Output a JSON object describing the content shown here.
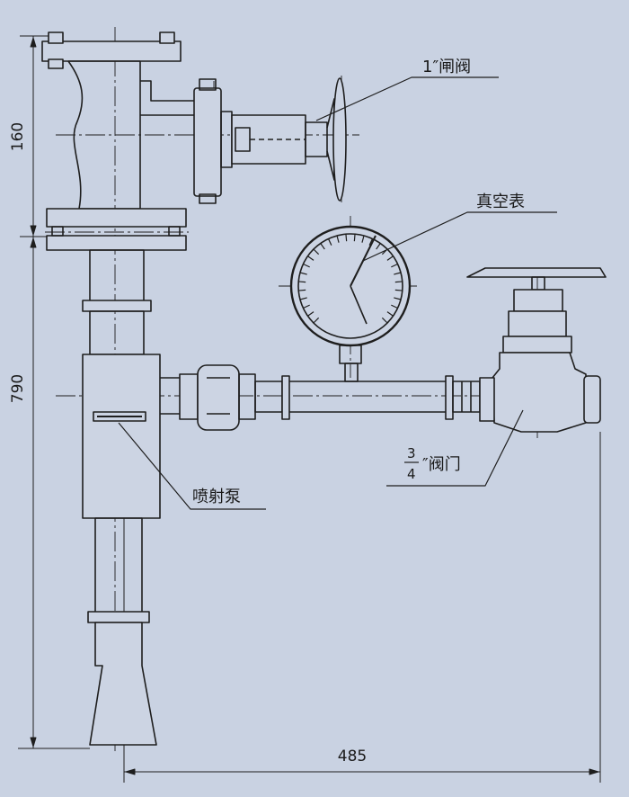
{
  "labels": {
    "gate_valve": "1″闸阀",
    "vacuum_gauge": "真空表",
    "valve_frac_num": "3",
    "valve_frac_den": "4",
    "valve_suffix": "″阀门",
    "ejector_pump": "喷射泵"
  },
  "dimensions": {
    "upper_height": "160",
    "lower_height": "790",
    "width": "485"
  },
  "colors": {
    "background": "#c9d2e2",
    "line": "#1e1e1e"
  }
}
